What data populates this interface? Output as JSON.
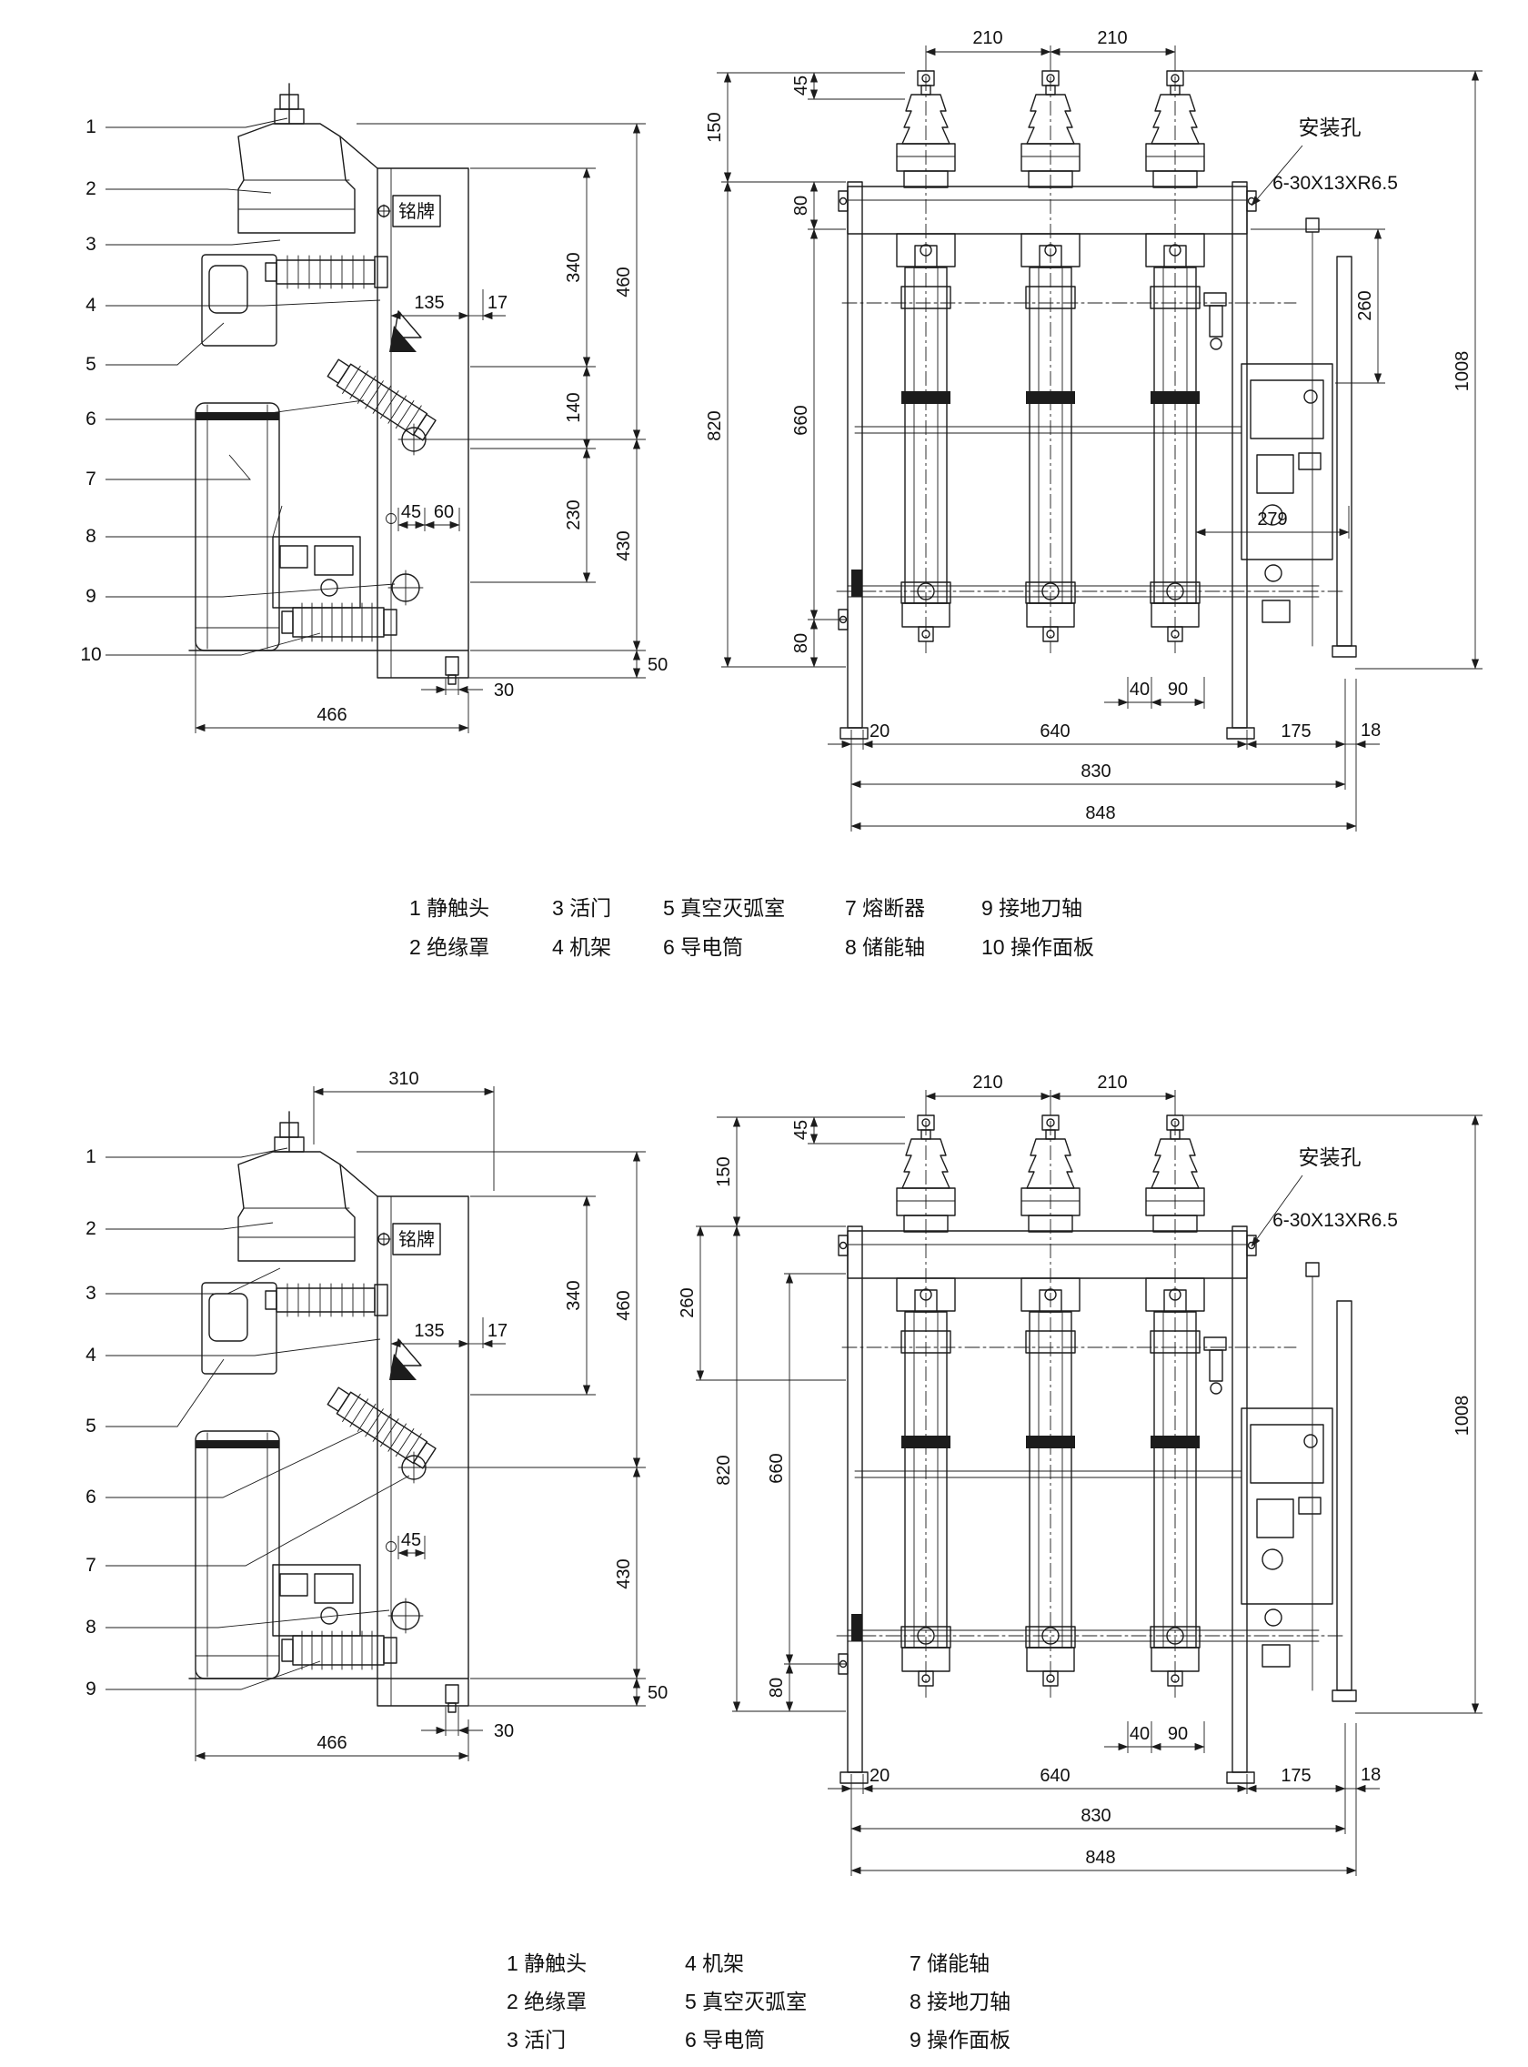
{
  "fig1": {
    "side": {
      "parts": [
        "1",
        "2",
        "3",
        "4",
        "5",
        "6",
        "7",
        "8",
        "9",
        "10"
      ],
      "nameplate": "铭牌",
      "dims": {
        "d460": "460",
        "d340": "340",
        "d140": "140",
        "d230": "230",
        "d430": "430",
        "d50": "50",
        "d135": "135",
        "d17": "17",
        "d45": "45",
        "d60": "60",
        "d466": "466",
        "d30": "30"
      }
    },
    "front": {
      "mounting_hole_label": "安装孔",
      "mounting_hole_spec": "6-30X13XR6.5",
      "dims": {
        "d210a": "210",
        "d210b": "210",
        "d45": "45",
        "d150": "150",
        "d80top": "80",
        "d820": "820",
        "d660": "660",
        "d80bot": "80",
        "d260": "260",
        "d1008": "1008",
        "d279": "279",
        "d40": "40",
        "d90": "90",
        "d20": "20",
        "d640": "640",
        "d175": "175",
        "d18": "18",
        "d830": "830",
        "d848": "848"
      }
    },
    "legend": {
      "cols": [
        [
          "1 静触头",
          "2 绝缘罩"
        ],
        [
          "3 活门",
          "4 机架"
        ],
        [
          "5 真空灭弧室",
          "6 导电筒"
        ],
        [
          "7 熔断器",
          "8 储能轴"
        ],
        [
          "9 接地刀轴",
          "10 操作面板"
        ]
      ]
    }
  },
  "fig2": {
    "side": {
      "parts": [
        "1",
        "2",
        "3",
        "4",
        "5",
        "6",
        "7",
        "8",
        "9"
      ],
      "nameplate": "铭牌",
      "dims": {
        "d310": "310",
        "d460": "460",
        "d340": "340",
        "d430": "430",
        "d50": "50",
        "d135": "135",
        "d17": "17",
        "d45": "45",
        "d466": "466",
        "d30": "30"
      }
    },
    "front": {
      "mounting_hole_label": "安装孔",
      "mounting_hole_spec": "6-30X13XR6.5",
      "dims": {
        "d210a": "210",
        "d210b": "210",
        "d45": "45",
        "d150": "150",
        "d260": "260",
        "d820": "820",
        "d660": "660",
        "d80": "80",
        "d1008": "1008",
        "d40": "40",
        "d90": "90",
        "d20": "20",
        "d640": "640",
        "d175": "175",
        "d18": "18",
        "d830": "830",
        "d848": "848"
      }
    },
    "legend": {
      "cols": [
        [
          "1 静触头",
          "2 绝缘罩",
          "3 活门"
        ],
        [
          "4 机架",
          "5 真空灭弧室",
          "6 导电筒"
        ],
        [
          "7 储能轴",
          "8 接地刀轴",
          "9 操作面板"
        ]
      ]
    }
  }
}
